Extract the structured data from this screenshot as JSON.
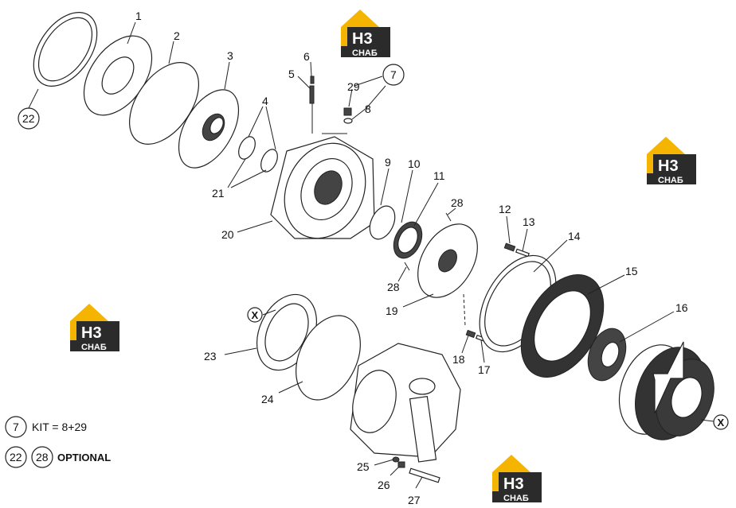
{
  "callouts": [
    "1",
    "2",
    "3",
    "4",
    "5",
    "6",
    "7",
    "8",
    "29",
    "9",
    "10",
    "11",
    "12",
    "13",
    "14",
    "15",
    "16",
    "17",
    "18",
    "19",
    "20",
    "21",
    "22",
    "23",
    "24",
    "25",
    "26",
    "27",
    "28",
    "28"
  ],
  "legend": {
    "kit_number": "7",
    "kit_text": "KIT = 8+29",
    "optional_a": "22",
    "optional_b": "28",
    "optional_text": "OPTIONAL"
  },
  "marker_x": "X",
  "logo": {
    "main": "H3",
    "sub": "СНАБ",
    "colors": {
      "accent": "#f5b400",
      "dark": "#2b2b2b"
    }
  }
}
